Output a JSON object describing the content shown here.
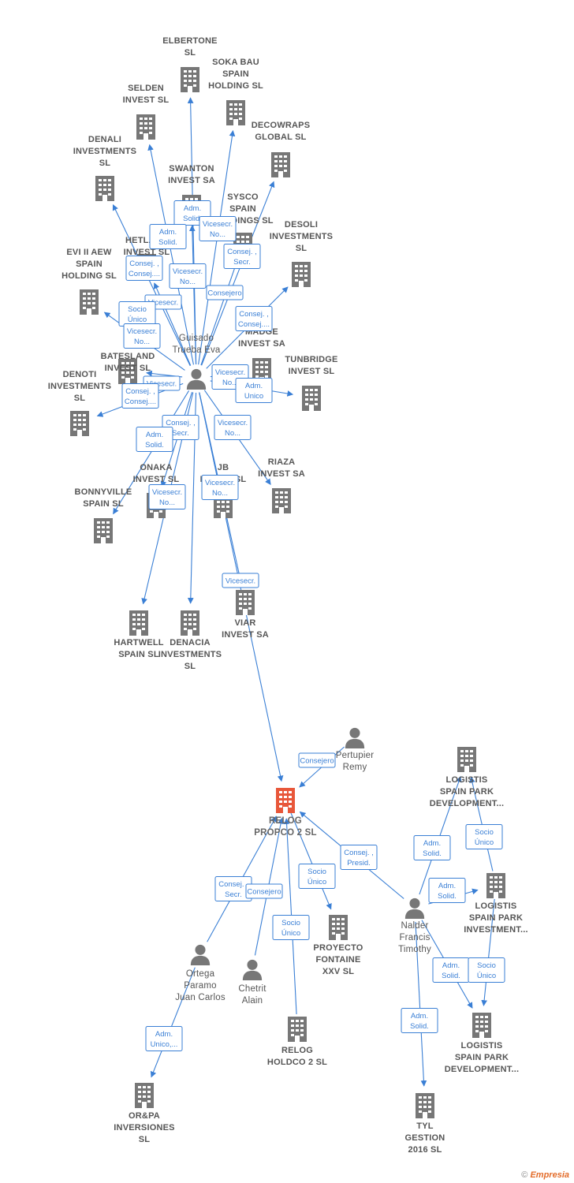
{
  "colors": {
    "edge": "#3a7fd5",
    "building": "#777777",
    "building_center": "#e8573a",
    "person": "#777777"
  },
  "nodes": [
    {
      "id": "elbertone",
      "type": "company",
      "label": [
        "ELBERTONE",
        "SL"
      ]
    },
    {
      "id": "sokabau",
      "type": "company",
      "label": [
        "SOKA BAU",
        "SPAIN",
        "HOLDING  SL"
      ]
    },
    {
      "id": "selden",
      "type": "company",
      "label": [
        "SELDEN",
        "INVEST  SL"
      ]
    },
    {
      "id": "decowraps",
      "type": "company",
      "label": [
        "DECOWRAPS",
        "GLOBAL  SL"
      ]
    },
    {
      "id": "denali",
      "type": "company",
      "label": [
        "DENALI",
        "INVESTMENTS",
        "SL"
      ]
    },
    {
      "id": "swanton",
      "type": "company",
      "label": [
        "SWANTON",
        "INVEST SA"
      ]
    },
    {
      "id": "sysco",
      "type": "company",
      "label": [
        "SYSCO",
        "SPAIN",
        "HOLDINGS  SL"
      ]
    },
    {
      "id": "hetland",
      "type": "company",
      "label": [
        "HETLAND",
        "INVEST  SL"
      ]
    },
    {
      "id": "desoli",
      "type": "company",
      "label": [
        "DESOLI",
        "INVESTMENTS",
        "SL"
      ]
    },
    {
      "id": "evii",
      "type": "company",
      "label": [
        "EVI II AEW",
        "SPAIN",
        "HOLDING  SL"
      ]
    },
    {
      "id": "madge",
      "type": "company",
      "label": [
        "MADGE",
        "INVEST SA"
      ]
    },
    {
      "id": "batesland",
      "type": "company",
      "label": [
        "BATESLAND",
        "INVEST  SL"
      ]
    },
    {
      "id": "tunbridge",
      "type": "company",
      "label": [
        "TUNBRIDGE",
        "INVEST  SL"
      ]
    },
    {
      "id": "denoti",
      "type": "company",
      "label": [
        "DENOTI",
        "INVESTMENTS",
        "SL"
      ]
    },
    {
      "id": "riaza",
      "type": "company",
      "label": [
        "RIAZA",
        "INVEST SA"
      ]
    },
    {
      "id": "onaka",
      "type": "company",
      "label": [
        "ONAKA",
        "INVEST  SL"
      ]
    },
    {
      "id": "jb",
      "type": "company",
      "label": [
        "JB",
        "INVEST  SL"
      ]
    },
    {
      "id": "bonnyville",
      "type": "company",
      "label": [
        "BONNYVILLE",
        "SPAIN  SL"
      ]
    },
    {
      "id": "hartwell",
      "type": "company",
      "label": [
        "HARTWELL",
        "SPAIN  SL"
      ]
    },
    {
      "id": "denacia",
      "type": "company",
      "label": [
        "DENACIA",
        "INVESTMENTS",
        "SL"
      ]
    },
    {
      "id": "viar",
      "type": "company",
      "label": [
        "VIAR",
        "INVEST SA"
      ]
    },
    {
      "id": "guisado",
      "type": "person",
      "label": [
        "Guisado",
        "Trueba Eva"
      ]
    },
    {
      "id": "ertupier",
      "type": "person",
      "label": [
        "Pertupier",
        "Remy"
      ]
    },
    {
      "id": "relog",
      "type": "center",
      "label": [
        "RELOG",
        "PROPCO 2  SL"
      ]
    },
    {
      "id": "logdev1",
      "type": "company",
      "label": [
        "LOGISTIS",
        "SPAIN PARK",
        "DEVELOPMENT..."
      ]
    },
    {
      "id": "loginv",
      "type": "company",
      "label": [
        "LOGISTIS",
        "SPAIN PARK",
        "INVESTMENT..."
      ]
    },
    {
      "id": "nalder",
      "type": "person",
      "label": [
        "Nalder",
        "Francis",
        "Timothy"
      ]
    },
    {
      "id": "fontaine",
      "type": "company",
      "label": [
        "PROYECTO",
        "FONTAINE",
        "XXV  SL"
      ]
    },
    {
      "id": "ortega",
      "type": "person",
      "label": [
        "Ortega",
        "Paramo",
        "Juan Carlos"
      ]
    },
    {
      "id": "chetrit",
      "type": "person",
      "label": [
        "Chetrit",
        "Alain"
      ]
    },
    {
      "id": "holdco",
      "type": "company",
      "label": [
        "RELOG",
        "HOLDCO 2  SL"
      ]
    },
    {
      "id": "logdev2",
      "type": "company",
      "label": [
        "LOGISTIS",
        "SPAIN PARK",
        "DEVELOPMENT..."
      ]
    },
    {
      "id": "orpa",
      "type": "company",
      "label": [
        "OR&PA",
        "INVERSIONES",
        "SL"
      ]
    },
    {
      "id": "tyl",
      "type": "company",
      "label": [
        "TYL",
        "GESTION",
        "2016  SL"
      ]
    }
  ],
  "edge_labels": [
    [
      "Adm.",
      "Solid."
    ],
    [
      "Vicesecr.",
      "No..."
    ],
    [
      "Adm.",
      "Solid."
    ],
    [
      "Consej. ,",
      "Secr."
    ],
    [
      "Consej. ,",
      "Consej...."
    ],
    [
      "Vicesecr.",
      "No..."
    ],
    [
      "Consejero"
    ],
    [
      "Vicesecr."
    ],
    [
      "Socio",
      "Único"
    ],
    [
      "Vicesecr.",
      "No..."
    ],
    [
      "Consej. ,",
      "Consej...."
    ],
    [
      "Vicesecr."
    ],
    [
      "Vicesecr.",
      "No..."
    ],
    [
      "Adm.",
      "Unico"
    ],
    [
      "Consej. ,",
      "Consej...."
    ],
    [
      "Consej. ,",
      "Secr."
    ],
    [
      "Vicesecr.",
      "No..."
    ],
    [
      "Adm.",
      "Solid."
    ],
    [
      "Vicesecr.",
      "No..."
    ],
    [
      "Vicesecr.",
      "No..."
    ],
    [
      "Vicesecr."
    ],
    [
      "Consejero"
    ],
    [
      "Adm.",
      "Solid."
    ],
    [
      "Socio",
      "Único"
    ],
    [
      "Consej. ,",
      "Presid."
    ],
    [
      "Socio",
      "Único"
    ],
    [
      "Adm.",
      "Solid."
    ],
    [
      "Consej. ,",
      "Secr."
    ],
    [
      "Consejero"
    ],
    [
      "Socio",
      "Único"
    ],
    [
      "Adm.",
      "Solid."
    ],
    [
      "Socio",
      "Único"
    ],
    [
      "Adm.",
      "Solid."
    ],
    [
      "Adm.",
      "Unico,..."
    ]
  ],
  "footer": {
    "copyright": "©",
    "brand": "Empresia"
  }
}
